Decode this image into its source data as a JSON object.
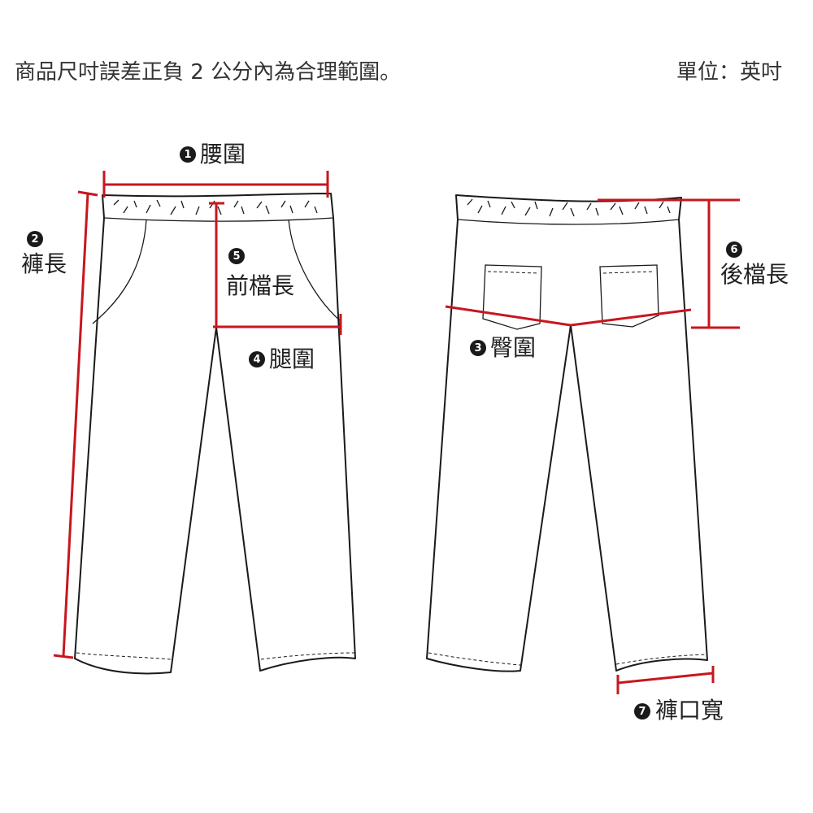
{
  "header": {
    "note": "商品尺吋誤差正負 2 公分內為合理範圍。",
    "unit": "單位：英吋"
  },
  "colors": {
    "measure_line": "#c8161e",
    "outline": "#1a1a1a",
    "text": "#2a2a2a"
  },
  "measurements": [
    {
      "number": "1",
      "label": "腰圍"
    },
    {
      "number": "2",
      "label": "褲長"
    },
    {
      "number": "3",
      "label": "臀圍"
    },
    {
      "number": "4",
      "label": "腿圍"
    },
    {
      "number": "5",
      "label": "前檔長"
    },
    {
      "number": "6",
      "label": "後檔長"
    },
    {
      "number": "7",
      "label": "褲口寬"
    }
  ]
}
